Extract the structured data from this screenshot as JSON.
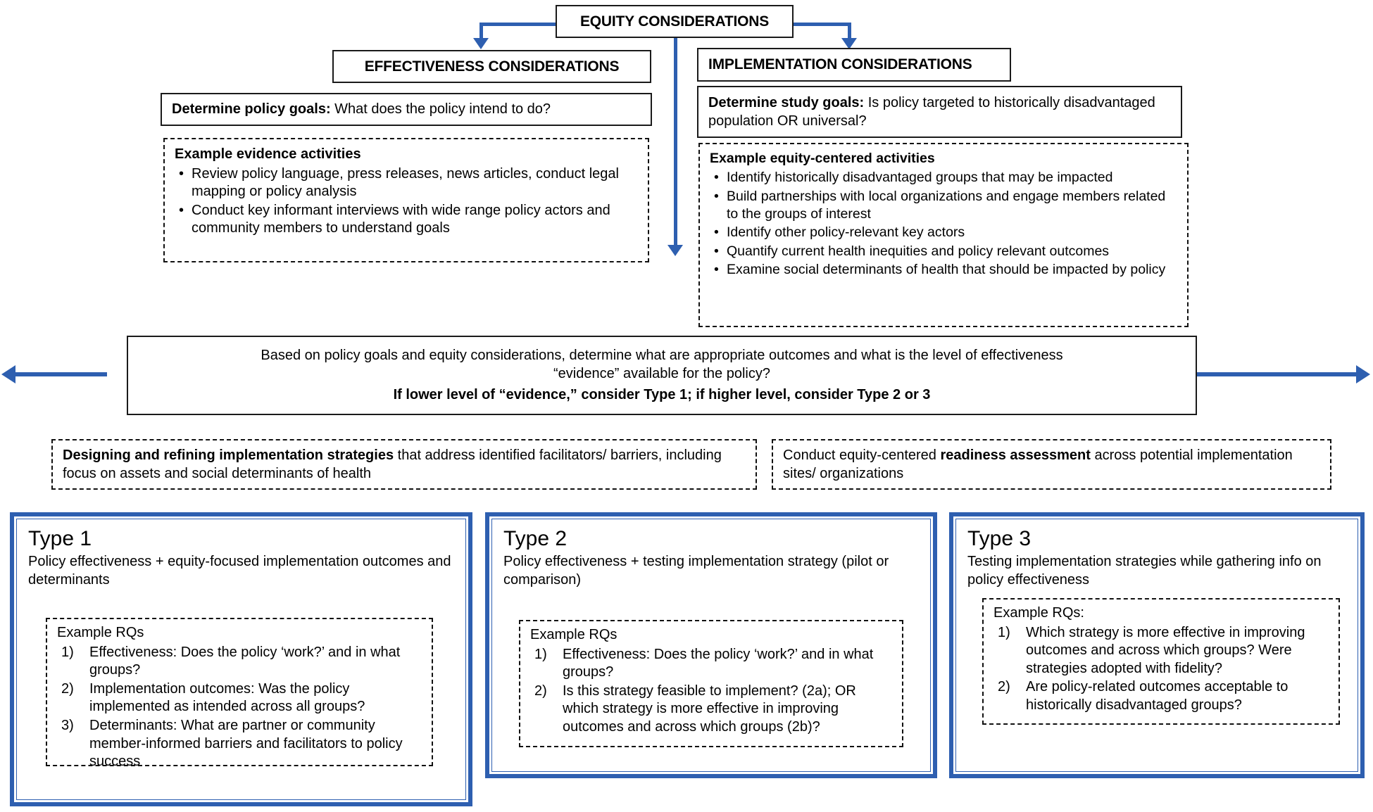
{
  "top": {
    "equity_title": "EQUITY CONSIDERATIONS"
  },
  "left_branch": {
    "header": "EFFECTIVENESS CONSIDERATIONS",
    "goal_label": "Determine policy goals:",
    "goal_text": " What does the policy intend to do?",
    "activities_title": "Example evidence activities",
    "activities": [
      "Review policy language, press releases, news articles, conduct legal mapping or policy analysis",
      "Conduct key informant interviews with wide range policy actors and community members to understand goals"
    ]
  },
  "right_branch": {
    "header": "IMPLEMENTATION CONSIDERATIONS",
    "goal_label": "Determine study goals:",
    "goal_text": " Is policy targeted to historically disadvantaged population OR universal?",
    "activities_title": "Example equity-centered activities",
    "activities": [
      "Identify historically disadvantaged groups that may be impacted",
      "Build partnerships with local organizations and engage members related to the  groups of interest",
      "Identify other policy-relevant key actors",
      "Quantify current health inequities and policy relevant outcomes",
      "Examine social determinants of health that should be impacted by policy"
    ]
  },
  "decision": {
    "line1": "Based on policy goals and equity considerations, determine  what are appropriate outcomes and what is the level of effectiveness",
    "line2": "“evidence” available for the policy?",
    "line3": "If lower level of “evidence,” consider Type 1; if higher level, consider Type 2 or 3"
  },
  "strategy_boxes": {
    "left_bold": "Designing and refining implementation strategies",
    "left_rest": " that address identified facilitators/ barriers, including focus on assets and social determinants of health",
    "right_pre": "Conduct equity-centered ",
    "right_bold": "readiness assessment",
    "right_post": " across potential implementation sites/ organizations"
  },
  "types": [
    {
      "title": "Type 1",
      "subtitle": "Policy effectiveness +  equity-focused implementation outcomes and determinants",
      "rq_title": "Example RQs",
      "rqs": [
        "Effectiveness: Does the policy ‘work?’ and in what groups?",
        "Implementation outcomes: Was the policy implemented as intended across all groups?",
        "Determinants: What are partner or community member-informed barriers and facilitators to policy success"
      ]
    },
    {
      "title": "Type 2",
      "subtitle": "Policy effectiveness + testing implementation strategy (pilot or comparison)",
      "rq_title": "Example RQs",
      "rqs": [
        "Effectiveness: Does the policy ‘work?’ and in what groups?",
        "Is this strategy feasible to implement? (2a); OR which strategy is more effective in improving outcomes and across which groups (2b)?"
      ]
    },
    {
      "title": "Type 3",
      "subtitle": "Testing implementation strategies while gathering info on policy effectiveness",
      "rq_title": "Example RQs:",
      "rqs": [
        "Which strategy is more effective in improving outcomes and across which groups? Were strategies adopted with fidelity?",
        "Are policy-related outcomes acceptable to historically disadvantaged groups?"
      ]
    }
  ],
  "colors": {
    "accent_blue": "#2e5fb0",
    "outline_black": "#1a1a1a"
  }
}
